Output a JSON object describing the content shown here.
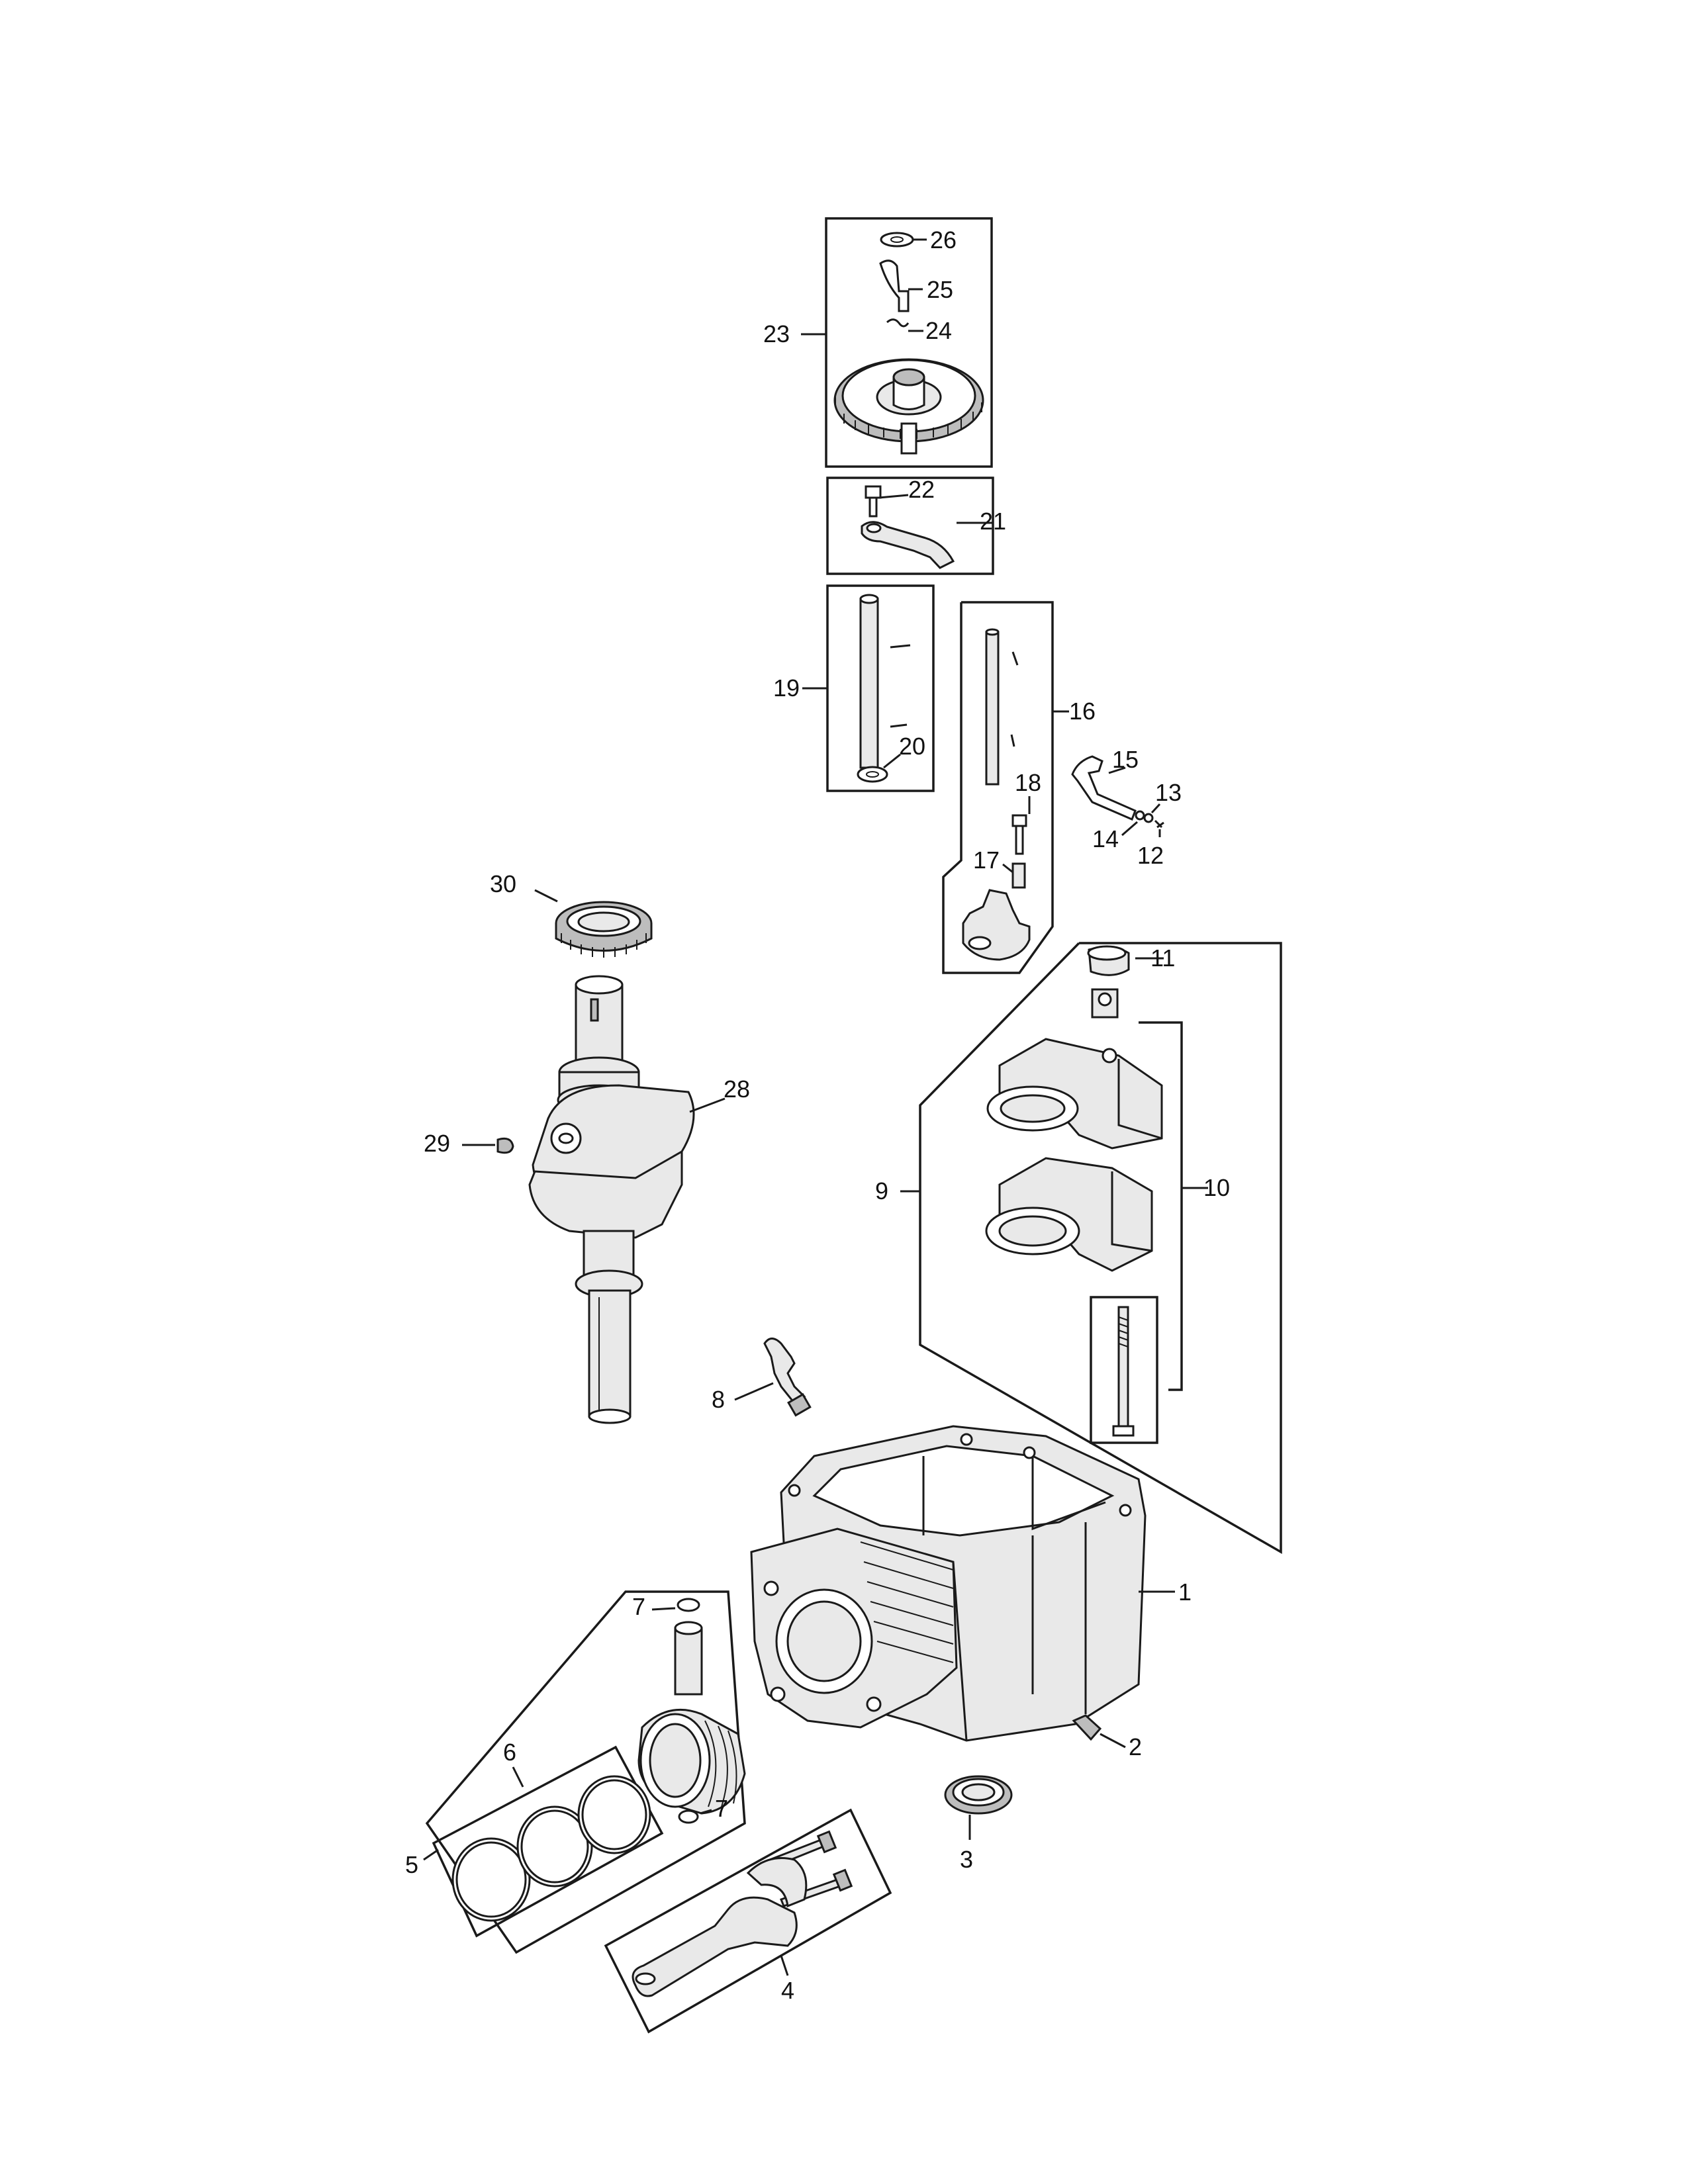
{
  "callouts": {
    "c1": "1",
    "c2": "2",
    "c3": "3",
    "c4": "4",
    "c5": "5",
    "c6": "6",
    "c7a": "7",
    "c7b": "7",
    "c8": "8",
    "c9": "9",
    "c10": "10",
    "c11": "11",
    "c12": "12",
    "c13": "13",
    "c14": "14",
    "c15": "15",
    "c16": "16",
    "c17": "17",
    "c18": "18",
    "c19": "19",
    "c20": "20",
    "c21": "21",
    "c22": "22",
    "c23": "23",
    "c24": "24",
    "c25": "25",
    "c26": "26",
    "c28": "28",
    "c29": "29",
    "c30": "30"
  }
}
